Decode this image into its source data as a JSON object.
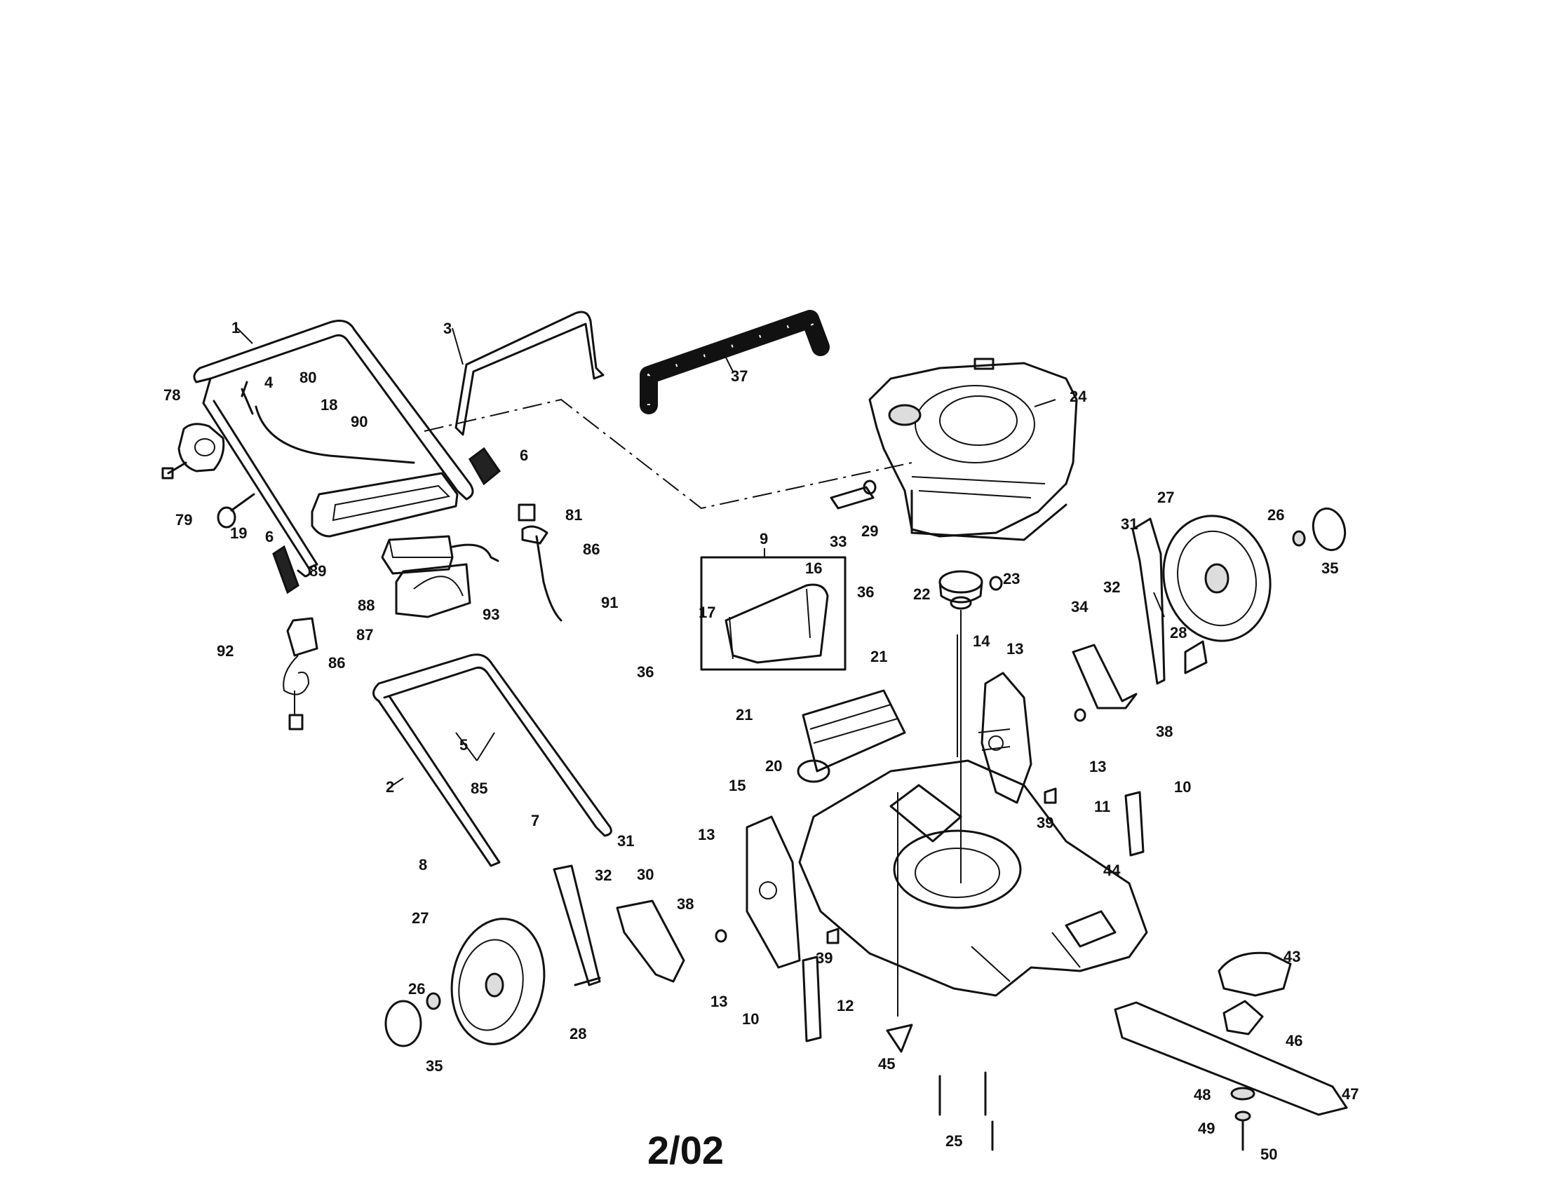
{
  "diagram": {
    "revision_date": "2/02",
    "callouts": [
      "1",
      "2",
      "3",
      "4",
      "5",
      "6",
      "6b",
      "7",
      "8",
      "9",
      "10",
      "10b",
      "11",
      "12",
      "13",
      "13b",
      "13c",
      "13d",
      "14",
      "15",
      "16",
      "17",
      "18",
      "19",
      "20",
      "21",
      "21b",
      "22",
      "23",
      "24",
      "25",
      "26",
      "26b",
      "27",
      "27b",
      "28",
      "28b",
      "29",
      "30",
      "31",
      "31b",
      "32",
      "32b",
      "33",
      "34",
      "35",
      "35b",
      "36",
      "36b",
      "37",
      "38",
      "38b",
      "39",
      "39b",
      "43",
      "44",
      "45",
      "46",
      "47",
      "48",
      "49",
      "50",
      "78",
      "79",
      "80",
      "81",
      "85",
      "86",
      "86b",
      "87",
      "88",
      "89",
      "90",
      "91",
      "92",
      "93"
    ],
    "labels": {
      "1": "1",
      "2": "2",
      "3": "3",
      "4": "4",
      "5": "5",
      "6": "6",
      "6b": "6",
      "7": "7",
      "8": "8",
      "9": "9",
      "10": "10",
      "10b": "10",
      "11": "11",
      "12": "12",
      "13": "13",
      "13b": "13",
      "13c": "13",
      "13d": "13",
      "14": "14",
      "15": "15",
      "16": "16",
      "17": "17",
      "18": "18",
      "19": "19",
      "20": "20",
      "21": "21",
      "21b": "21",
      "22": "22",
      "23": "23",
      "24": "24",
      "25": "25",
      "26": "26",
      "26b": "26",
      "27": "27",
      "27b": "27",
      "28": "28",
      "28b": "28",
      "29": "29",
      "30": "30",
      "31": "31",
      "31b": "31",
      "32": "32",
      "32b": "32",
      "33": "33",
      "34": "34",
      "35": "35",
      "35b": "35",
      "36": "36",
      "36b": "36",
      "37": "37",
      "38": "38",
      "38b": "38",
      "39": "39",
      "39b": "39",
      "43": "43",
      "44": "44",
      "45": "45",
      "46": "46",
      "47": "47",
      "48": "48",
      "49": "49",
      "50": "50",
      "78": "78",
      "79": "79",
      "80": "80",
      "81": "81",
      "85": "85",
      "86": "86",
      "86b": "86",
      "87": "87",
      "88": "88",
      "89": "89",
      "90": "90",
      "91": "91",
      "92": "92",
      "93": "93"
    }
  }
}
